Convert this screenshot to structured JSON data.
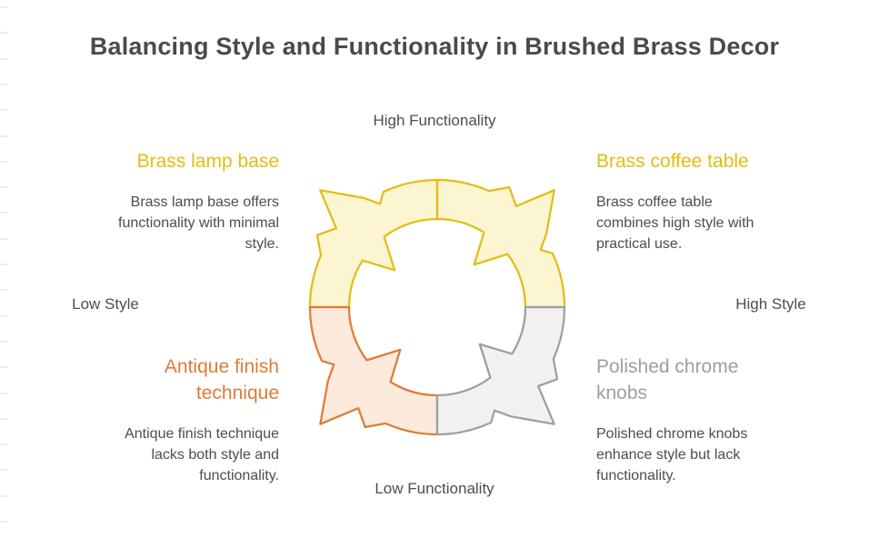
{
  "title": "Balancing Style and Functionality in Brushed Brass Decor",
  "axes": {
    "top": "High Functionality",
    "bottom": "Low Functionality",
    "left": "Low Style",
    "right": "High Style"
  },
  "quadrants": [
    {
      "id": "brass-lamp-base",
      "position": "top-left",
      "heading_lines": [
        "Brass lamp base"
      ],
      "body_lines": [
        "Brass lamp base offers",
        "functionality with minimal",
        "style."
      ],
      "accent_color": "#E2BD13",
      "fill_color": "#FBF5D2"
    },
    {
      "id": "brass-coffee-table",
      "position": "top-right",
      "heading_lines": [
        "Brass coffee table"
      ],
      "body_lines": [
        "Brass coffee table",
        "combines high style with",
        "practical use."
      ],
      "accent_color": "#E2BD13",
      "fill_color": "#FBF5D2"
    },
    {
      "id": "antique-finish-technique",
      "position": "bottom-left",
      "heading_lines": [
        "Antique finish",
        "technique"
      ],
      "body_lines": [
        "Antique finish technique",
        "lacks both style and",
        "functionality."
      ],
      "accent_color": "#DF7B35",
      "fill_color": "#FCEADD"
    },
    {
      "id": "polished-chrome-knobs",
      "position": "bottom-right",
      "heading_lines": [
        "Polished chrome",
        "knobs"
      ],
      "body_lines": [
        "Polished chrome knobs",
        "enhance style but lack",
        "functionality."
      ],
      "accent_color": "#9E9E9E",
      "fill_color": "#F1F1F1"
    }
  ],
  "colors": {
    "title_text": "#4A4A4A",
    "body_text": "#4D4D4D",
    "axis_label_text": "#4D4D4D"
  }
}
